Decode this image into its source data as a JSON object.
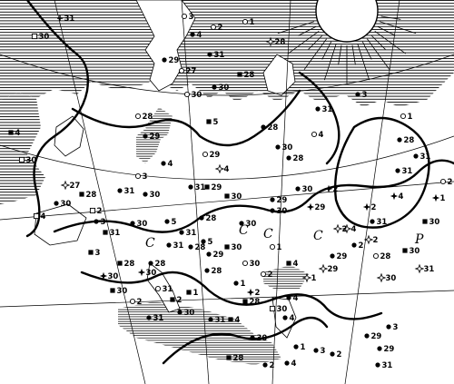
{
  "map": {
    "background": "#ffffff",
    "ink": "#000000",
    "region_letters": [
      {
        "text": "C"
      },
      {
        "text": "C"
      },
      {
        "text": "C"
      },
      {
        "text": "C"
      },
      {
        "text": "P"
      }
    ],
    "symbol_types": [
      "filled-circle",
      "open-circle",
      "filled-square",
      "open-square",
      "open-star",
      "filled-star",
      "cross-mark"
    ],
    "stations": [
      {
        "label": "31",
        "symbol": "cross-mark"
      },
      {
        "label": "30",
        "symbol": "open-square"
      },
      {
        "label": "3",
        "symbol": "open-circle"
      },
      {
        "label": "4",
        "symbol": "filled-circle"
      },
      {
        "label": "2",
        "symbol": "open-circle"
      },
      {
        "label": "1",
        "symbol": "open-circle"
      },
      {
        "label": "28",
        "symbol": "open-star"
      },
      {
        "label": "31",
        "symbol": "filled-circle"
      },
      {
        "label": "29",
        "symbol": "filled-circle"
      },
      {
        "label": "27",
        "symbol": "open-circle"
      },
      {
        "label": "28",
        "symbol": "filled-square"
      },
      {
        "label": "30",
        "symbol": "filled-circle"
      },
      {
        "label": "3",
        "symbol": "filled-circle"
      },
      {
        "label": "30",
        "symbol": "open-circle"
      },
      {
        "label": "28",
        "symbol": "open-circle"
      },
      {
        "label": "1",
        "symbol": "open-circle"
      },
      {
        "label": "4",
        "symbol": "filled-square"
      },
      {
        "label": "30",
        "symbol": "open-square"
      },
      {
        "label": "29",
        "symbol": "filled-circle"
      },
      {
        "label": "5",
        "symbol": "filled-square"
      },
      {
        "label": "28",
        "symbol": "filled-circle"
      },
      {
        "label": "31",
        "symbol": "filled-circle"
      },
      {
        "label": "29",
        "symbol": "open-circle"
      },
      {
        "label": "4",
        "symbol": "filled-circle"
      },
      {
        "label": "3",
        "symbol": "open-circle"
      },
      {
        "label": "28",
        "symbol": "filled-circle"
      },
      {
        "label": "30",
        "symbol": "filled-circle"
      },
      {
        "label": "31",
        "symbol": "filled-circle"
      },
      {
        "label": "4",
        "symbol": "open-star"
      },
      {
        "label": "30",
        "symbol": "filled-square"
      },
      {
        "label": "29",
        "symbol": "filled-circle"
      },
      {
        "label": "30",
        "symbol": "filled-circle"
      },
      {
        "label": "2",
        "symbol": "filled-star"
      },
      {
        "label": "2",
        "symbol": "open-square"
      },
      {
        "label": "4",
        "symbol": "open-square"
      },
      {
        "label": "30",
        "symbol": "filled-circle"
      },
      {
        "label": "3",
        "symbol": "filled-circle"
      },
      {
        "label": "31",
        "symbol": "filled-square"
      },
      {
        "label": "4",
        "symbol": "filled-star"
      },
      {
        "label": "2",
        "symbol": "filled-star"
      },
      {
        "label": "3",
        "symbol": "filled-square"
      },
      {
        "label": "28",
        "symbol": "filled-square"
      },
      {
        "label": "29",
        "symbol": "filled-star"
      },
      {
        "label": "31",
        "symbol": "filled-circle"
      },
      {
        "label": "2",
        "symbol": "open-circle"
      },
      {
        "label": "1",
        "symbol": "filled-star"
      },
      {
        "label": "30",
        "symbol": "filled-square"
      },
      {
        "label": "2",
        "symbol": "open-star"
      },
      {
        "label": "4",
        "symbol": "open-star"
      },
      {
        "label": "30",
        "symbol": "open-star"
      },
      {
        "label": "31",
        "symbol": "filled-circle"
      },
      {
        "label": "28",
        "symbol": "filled-circle"
      },
      {
        "label": "29",
        "symbol": "filled-circle"
      },
      {
        "label": "30",
        "symbol": "filled-square"
      },
      {
        "label": "5",
        "symbol": "filled-circle"
      },
      {
        "label": "28",
        "symbol": "filled-circle"
      },
      {
        "label": "30",
        "symbol": "open-circle"
      },
      {
        "label": "1",
        "symbol": "open-circle"
      },
      {
        "label": "4",
        "symbol": "filled-square"
      },
      {
        "label": "29",
        "symbol": "open-star"
      },
      {
        "label": "30",
        "symbol": "filled-square"
      },
      {
        "label": "31",
        "symbol": "open-star"
      },
      {
        "label": "30",
        "symbol": "filled-star"
      },
      {
        "label": "30",
        "symbol": "filled-star"
      },
      {
        "label": "31",
        "symbol": "open-circle"
      },
      {
        "label": "2",
        "symbol": "filled-square"
      },
      {
        "label": "1",
        "symbol": "filled-square"
      },
      {
        "label": "30",
        "symbol": "filled-circle"
      },
      {
        "label": "31",
        "symbol": "filled-circle"
      },
      {
        "label": "4",
        "symbol": "filled-square"
      },
      {
        "label": "1",
        "symbol": "filled-circle"
      },
      {
        "label": "2",
        "symbol": "open-circle"
      },
      {
        "label": "4",
        "symbol": "filled-circle"
      },
      {
        "label": "1",
        "symbol": "filled-circle"
      },
      {
        "label": "2",
        "symbol": "filled-circle"
      },
      {
        "label": "3",
        "symbol": "filled-circle"
      },
      {
        "label": "29",
        "symbol": "filled-circle"
      },
      {
        "label": "31",
        "symbol": "filled-circle"
      },
      {
        "label": "31",
        "symbol": "filled-circle"
      },
      {
        "label": "28",
        "symbol": "filled-circle"
      },
      {
        "label": "4",
        "symbol": "open-circle"
      },
      {
        "label": "30",
        "symbol": "filled-circle"
      },
      {
        "label": "2",
        "symbol": "filled-circle"
      },
      {
        "label": "28",
        "symbol": "open-circle"
      },
      {
        "label": "30",
        "symbol": "filled-square"
      },
      {
        "label": "2",
        "symbol": "open-circle"
      },
      {
        "label": "31",
        "symbol": "filled-circle"
      },
      {
        "label": "28",
        "symbol": "filled-square"
      },
      {
        "label": "2",
        "symbol": "filled-star"
      },
      {
        "label": "30",
        "symbol": "open-square"
      },
      {
        "label": "4",
        "symbol": "filled-circle"
      },
      {
        "label": "1",
        "symbol": "open-star"
      },
      {
        "label": "29",
        "symbol": "filled-circle"
      },
      {
        "label": "2",
        "symbol": "open-star"
      },
      {
        "label": "31",
        "symbol": "filled-circle"
      },
      {
        "label": "28",
        "symbol": "filled-square"
      },
      {
        "label": "27",
        "symbol": "open-star"
      },
      {
        "label": "30",
        "symbol": "filled-circle"
      },
      {
        "label": "31",
        "symbol": "filled-circle"
      },
      {
        "label": "28",
        "symbol": "filled-circle"
      },
      {
        "label": "29",
        "symbol": "filled-square"
      },
      {
        "label": "5",
        "symbol": "filled-circle"
      },
      {
        "label": "31",
        "symbol": "filled-circle"
      },
      {
        "label": "30",
        "symbol": "filled-circle"
      },
      {
        "label": "28",
        "symbol": "filled-circle"
      },
      {
        "label": "30",
        "symbol": "filled-circle"
      },
      {
        "label": "2",
        "symbol": "filled-circle"
      },
      {
        "label": "4",
        "symbol": "filled-circle"
      },
      {
        "label": "28",
        "symbol": "filled-square"
      },
      {
        "label": "30",
        "symbol": "filled-circle"
      },
      {
        "label": "3",
        "symbol": "filled-circle"
      },
      {
        "label": "29",
        "symbol": "filled-circle"
      }
    ]
  }
}
